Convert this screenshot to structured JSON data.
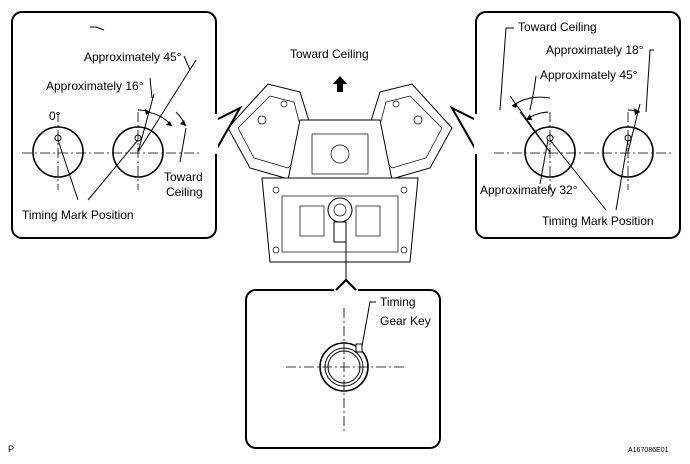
{
  "labels": {
    "toward_ceiling_center": "Toward Ceiling",
    "left_panel": {
      "approx_45": "Approximately 45°",
      "approx_16": "Approximately 16°",
      "zero": "0°",
      "toward": "Toward",
      "ceiling": "Ceiling",
      "timing_mark_position": "Timing Mark Position"
    },
    "right_panel": {
      "toward_ceiling": "Toward Ceiling",
      "approx_18": "Approximately 18°",
      "approx_45": "Approximately 45°",
      "approx_32": "Approximately 32°",
      "timing_mark_position": "Timing Mark Position"
    },
    "bottom_panel": {
      "timing": "Timing",
      "gear_key": "Gear Key"
    },
    "corner_left": "P",
    "corner_right": "A167086E01"
  }
}
